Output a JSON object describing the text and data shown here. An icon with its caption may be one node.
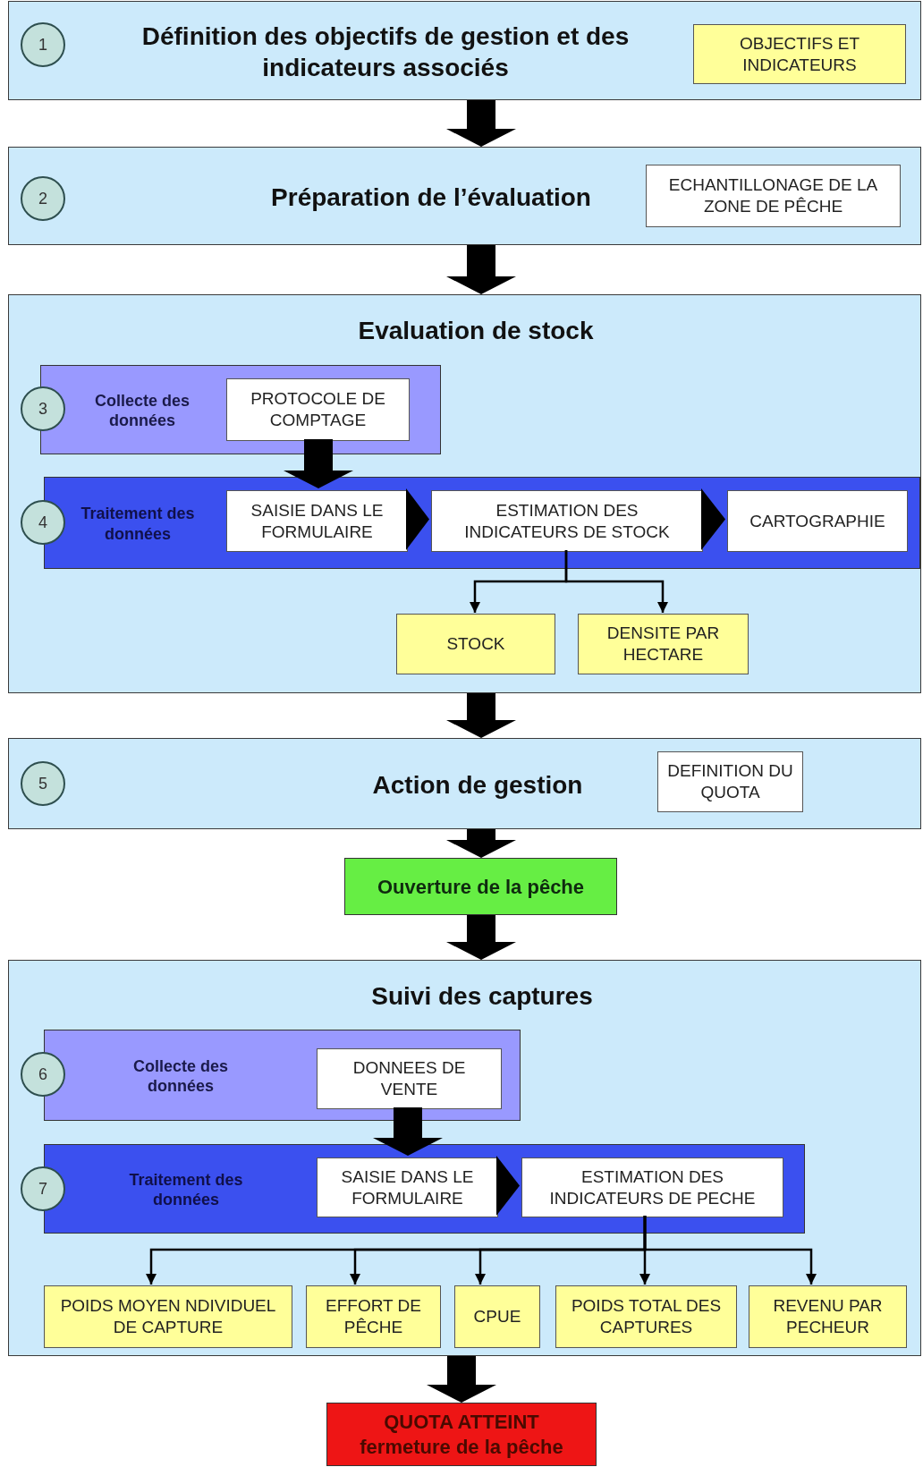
{
  "diagram": {
    "nodes": [
      {
        "text": [
          "Définition des objectifs de gestion et des indicateurs associés"
        ]
      },
      {
        "text": [
          "1"
        ],
        "in": 0
      },
      {
        "text": [
          "OBJECTIFS ET INDICATEURS"
        ],
        "in": 0
      },
      {
        "text": [
          "Préparation de l’évaluation"
        ]
      },
      {
        "text": [
          "2"
        ],
        "in": 3
      },
      {
        "text": [
          "ECHANTILLONAGE DE LA ZONE DE PÊCHE"
        ],
        "in": 3
      },
      {
        "text": [
          "Evaluation de stock"
        ]
      },
      {
        "text": [
          "Collecte des données"
        ],
        "in": 6
      },
      {
        "text": [
          "3"
        ],
        "in": 6
      },
      {
        "text": [
          "PROTOCOLE DE COMPTAGE"
        ],
        "in": 7
      },
      {
        "text": [
          "Traitement des données"
        ],
        "in": 6
      },
      {
        "text": [
          "4"
        ],
        "in": 6
      },
      {
        "text": [
          "SAISIE DANS LE FORMULAIRE"
        ],
        "in": 10
      },
      {
        "text": [
          "ESTIMATION DES INDICATEURS DE STOCK"
        ],
        "in": 10
      },
      {
        "text": [
          "CARTOGRAPHIE"
        ],
        "in": 10
      },
      {
        "text": [
          "STOCK"
        ],
        "in": 6
      },
      {
        "text": [
          "DENSITE PAR HECTARE"
        ],
        "in": 6
      },
      {
        "text": [
          "Action de gestion"
        ]
      },
      {
        "text": [
          "5"
        ],
        "in": 17
      },
      {
        "text": [
          "DEFINITION DU QUOTA"
        ],
        "in": 17
      },
      {
        "text": [
          "Ouverture de la pêche"
        ]
      },
      {
        "text": [
          "Suivi des captures"
        ]
      },
      {
        "text": [
          "Collecte des données"
        ],
        "in": 21
      },
      {
        "text": [
          "6"
        ],
        "in": 21
      },
      {
        "text": [
          "DONNEES DE VENTE"
        ],
        "in": 22
      },
      {
        "text": [
          "Traitement des données"
        ],
        "in": 21
      },
      {
        "text": [
          "7"
        ],
        "in": 21
      },
      {
        "text": [
          "SAISIE DANS LE FORMULAIRE"
        ],
        "in": 25
      },
      {
        "text": [
          "ESTIMATION DES INDICATEURS DE PECHE"
        ],
        "in": 25
      },
      {
        "text": [
          "POIDS MOYEN NDIVIDUEL DE CAPTURE"
        ],
        "in": 21
      },
      {
        "text": [
          "EFFORT DE PÊCHE"
        ],
        "in": 21
      },
      {
        "text": [
          "CPUE"
        ],
        "in": 21
      },
      {
        "text": [
          "POIDS TOTAL DES CAPTURES"
        ],
        "in": 21
      },
      {
        "text": [
          "REVENU PAR PECHEUR"
        ],
        "in": 21
      },
      {
        "text": [
          "QUOTA ATTEINT",
          "fermeture de la pêche"
        ]
      }
    ],
    "edges": [
      {
        "from": 0,
        "to": 3,
        "arrow": "to",
        "style": "thick"
      },
      {
        "from": 3,
        "to": 6,
        "arrow": "to",
        "style": "thick"
      },
      {
        "from": 9,
        "to": 12,
        "arrow": "to",
        "style": "thick"
      },
      {
        "from": 12,
        "to": 13,
        "arrow": "to",
        "style": "thick"
      },
      {
        "from": 13,
        "to": 14,
        "arrow": "to",
        "style": "thick"
      },
      {
        "from": 13,
        "to": 15,
        "arrow": "to"
      },
      {
        "from": 13,
        "to": 16,
        "arrow": "to"
      },
      {
        "from": 6,
        "to": 17,
        "arrow": "to",
        "style": "thick"
      },
      {
        "from": 17,
        "to": 20,
        "arrow": "to",
        "style": "thick"
      },
      {
        "from": 20,
        "to": 21,
        "arrow": "to",
        "style": "thick"
      },
      {
        "from": 24,
        "to": 27,
        "arrow": "to",
        "style": "thick"
      },
      {
        "from": 27,
        "to": 28,
        "arrow": "to",
        "style": "thick"
      },
      {
        "from": 28,
        "to": 29,
        "arrow": "to"
      },
      {
        "from": 28,
        "to": 30,
        "arrow": "to"
      },
      {
        "from": 28,
        "to": 31,
        "arrow": "to"
      },
      {
        "from": 28,
        "to": 32,
        "arrow": "to"
      },
      {
        "from": 28,
        "to": 33,
        "arrow": "to"
      },
      {
        "from": 21,
        "to": 34,
        "arrow": "to",
        "style": "thick"
      }
    ]
  }
}
